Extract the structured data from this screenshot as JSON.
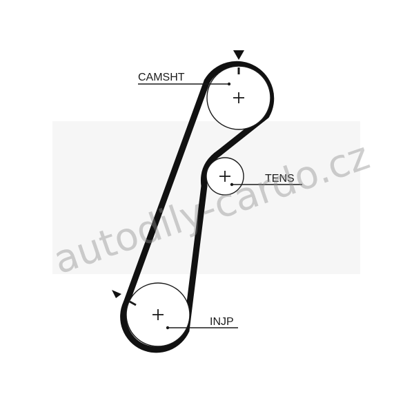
{
  "diagram": {
    "labels": {
      "camshaft": "CAMSHT",
      "tensioner": "TENS",
      "injection_pump": "INJP"
    },
    "watermark": "autodily-cardo.cz",
    "colors": {
      "belt": "#111111",
      "pulley": "#1a1a1a",
      "watermark": "#8c8c8c",
      "background": "#ffffff"
    }
  }
}
